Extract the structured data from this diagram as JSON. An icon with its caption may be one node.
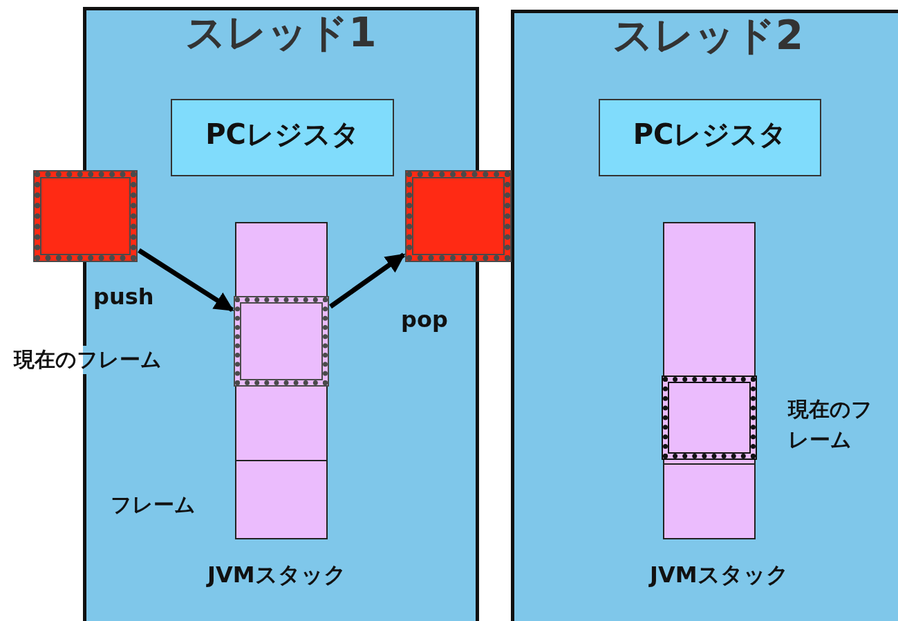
{
  "diagram": {
    "nodes": [
      {
        "text": [
          "スレッド1"
        ]
      },
      {
        "text": [
          "PCレジスタ"
        ],
        "in": 0
      },
      {
        "text": [],
        "shape": "box",
        "beside": [
          "JVMスタック"
        ],
        "in": 0
      },
      {
        "text": [],
        "shape": "box",
        "beside": [
          "現在のフレーム"
        ],
        "in": 2
      },
      {
        "text": [],
        "shape": "box",
        "beside": [
          "フレーム"
        ],
        "in": 2
      },
      {
        "text": [],
        "shape": "box"
      },
      {
        "text": [],
        "shape": "box"
      },
      {
        "text": [
          "スレッド2"
        ]
      },
      {
        "text": [
          "PCレジスタ"
        ],
        "in": 7
      },
      {
        "text": [],
        "shape": "box",
        "beside": [
          "JVMスタック"
        ],
        "in": 7
      },
      {
        "text": [],
        "shape": "box",
        "in": 9
      },
      {
        "text": [],
        "shape": "box",
        "beside": [
          "現在のフレーム"
        ],
        "in": 9
      }
    ],
    "edges": [
      {
        "from": 5,
        "to": 3,
        "arrow": "to",
        "label": "push"
      },
      {
        "from": 3,
        "to": 6,
        "arrow": "to",
        "label": "pop"
      }
    ]
  }
}
